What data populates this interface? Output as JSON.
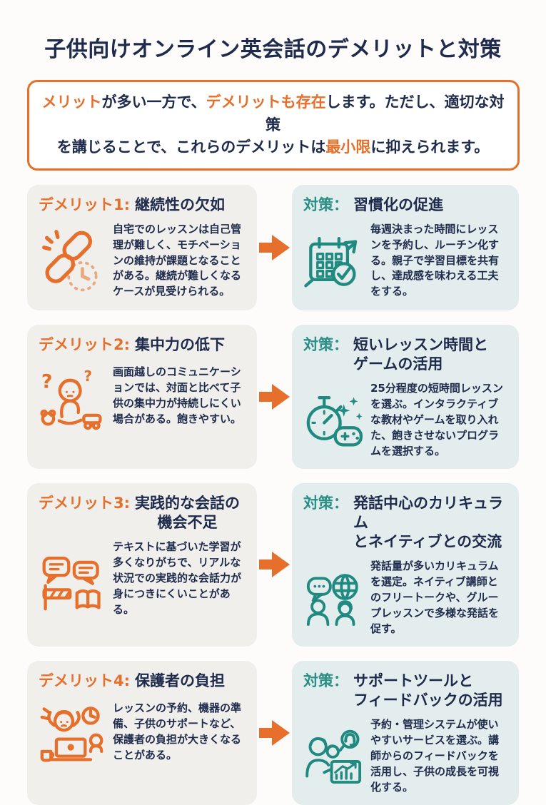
{
  "header": {
    "title": "子供向けオンライン英会話のデメリットと対策"
  },
  "intro": {
    "segments": [
      {
        "text": "メリット",
        "highlight": true
      },
      {
        "text": "が多い一方で、",
        "highlight": false
      },
      {
        "text": "デメリットも存在",
        "highlight": true
      },
      {
        "text": "します。ただし、適切な対策\nを講じることで、これらのデメリットは",
        "highlight": false
      },
      {
        "text": "最小限",
        "highlight": true
      },
      {
        "text": "に抑えられます。",
        "highlight": false
      }
    ]
  },
  "rows": [
    {
      "demerit": {
        "label": "デメリット1:",
        "title": "継続性の欠如",
        "body": "自宅でのレッスンは自己管理が難しく、モチベーションの維持が課題となることがある。継続が難しくなるケースが見受けられる。",
        "icon": "broken-chain-clock"
      },
      "solution": {
        "label": "対策：",
        "title": "習慣化の促進",
        "body": "毎週決まった時間にレッスンを予約し、ルーチン化する。親子で学習目標を共有し、達成感を味わえる工夫をする。",
        "icon": "calendar-check-trend"
      }
    },
    {
      "demerit": {
        "label": "デメリット2:",
        "title": "集中力の低下",
        "body": "画面越しのコミュニケーションでは、対面と比べて子供の集中力が持続しにくい場合がある。飽きやすい。",
        "icon": "distracted-child"
      },
      "solution": {
        "label": "対策：",
        "title": "短いレッスン時間と\nゲームの活用",
        "body": "25分程度の短時間レッスンを選ぶ。インタラクティブな教材やゲームを取り入れた、飽きさせないプログラムを選択する。",
        "icon": "stopwatch-game-controller"
      }
    },
    {
      "demerit": {
        "label": "デメリット3:",
        "title": "実践的な会話の\n機会不足",
        "body": "テキストに基づいた学習が多くなりがちで、リアルな状況での実践的な会話力が身につきにくいことがある。",
        "icon": "speech-bubbles-barrier-book"
      },
      "solution": {
        "label": "対策：",
        "title": "発話中心のカリキュラム\nとネイティブとの交流",
        "body": "発話量が多いカリキュラムを選定。ネイティブ講師とのフリートークや、グループレッスンで多様な発話を促す。",
        "icon": "people-globe-chat"
      }
    },
    {
      "demerit": {
        "label": "デメリット4:",
        "title": "保護者の負担",
        "body": "レッスンの予約、機器の準備、子供のサポートなど、保護者の負担が大きくなることがある。",
        "icon": "stressed-parent-laptop"
      },
      "solution": {
        "label": "対策：",
        "title": "サポートツールと\nフィードバックの活用",
        "body": "予約・管理システムが使いやすいサービスを選ぶ。講師からのフィードバックを活用し、子供の成長を可視化する。",
        "icon": "family-tablet-feedback"
      }
    }
  ],
  "colors": {
    "accent_orange": "#E6702B",
    "accent_teal": "#218A80",
    "text_navy": "#1F2B4C",
    "demerit_card_bg": "#F0EFEC",
    "solution_card_bg": "#E3EDED"
  }
}
